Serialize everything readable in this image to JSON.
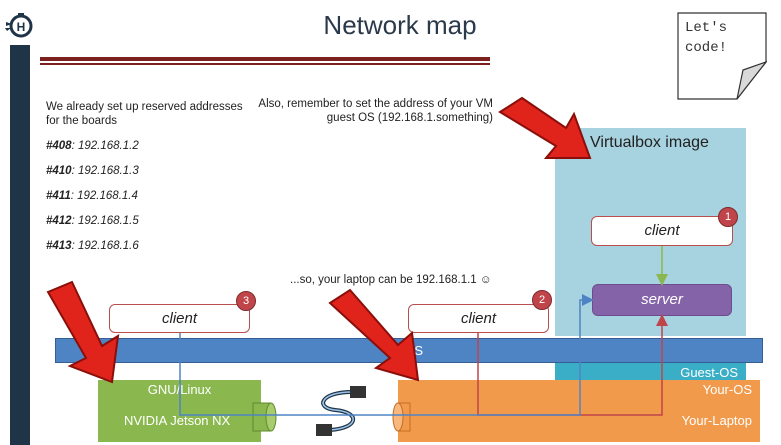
{
  "header": {
    "title": "Network map"
  },
  "note": {
    "text": "Let's\ncode!"
  },
  "intro": {
    "text": "We already set up reserved addresses for the boards"
  },
  "addresses": [
    {
      "board": "#408",
      "ip": "192.168.1.2"
    },
    {
      "board": "#410",
      "ip": "192.168.1.3"
    },
    {
      "board": "#411",
      "ip": "192.168.1.4"
    },
    {
      "board": "#412",
      "ip": "192.168.1.5"
    },
    {
      "board": "#413",
      "ip": "192.168.1.6"
    }
  ],
  "reminder": {
    "text": "Also, remember to set the address of your VM guest OS (192.168.1.something)"
  },
  "laptop_note": {
    "text": "...so, your laptop can be 192.168.1.1 ☺"
  },
  "diagram": {
    "virtualbox_label": "Virtualbox image",
    "client_1": "client",
    "client_2": "client",
    "client_3": "client",
    "server": "server",
    "badge_1": "1",
    "badge_2": "2",
    "badge_3": "3",
    "ros": "ROS",
    "guest_os": "Guest-OS",
    "gnu_linux": "GNU/Linux",
    "jetson": "NVIDIA Jetson NX",
    "your_os": "Your-OS",
    "your_laptop": "Your-Laptop"
  },
  "colors": {
    "ros": "#4f84c4",
    "virtualbox": "#a7d2e0",
    "guest_os": "#3aaec7",
    "jetson": "#8ab84e",
    "laptop": "#f29a4b",
    "server": "#8563a8",
    "arrows": "#e0241b"
  }
}
